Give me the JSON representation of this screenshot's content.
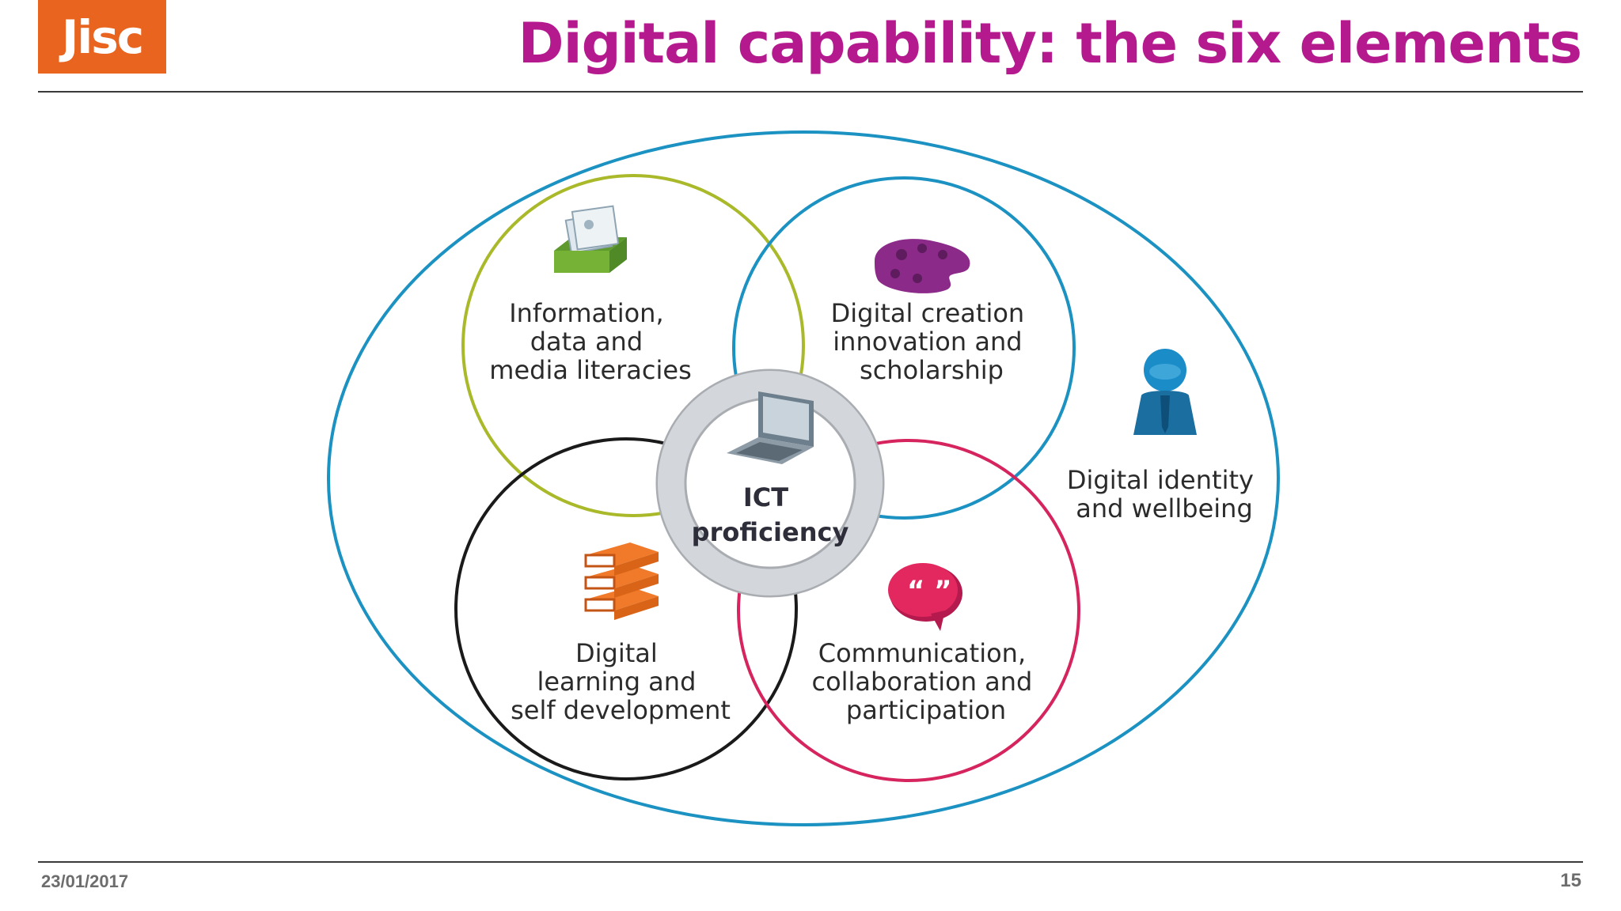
{
  "logo": {
    "text": "Jisc"
  },
  "slide": {
    "title": "Digital capability: the six elements"
  },
  "footer": {
    "date": "23/01/2017",
    "page": "15"
  },
  "elements": [
    {
      "id": "info",
      "lines": [
        "Information,",
        "data and",
        "media literacies"
      ],
      "color": "#a9b92a",
      "icon": "card-file-icon"
    },
    {
      "id": "creation",
      "lines": [
        "Digital creation",
        "innovation and",
        "scholarship"
      ],
      "color": "#1b92c1",
      "icon": "palette-icon"
    },
    {
      "id": "learning",
      "lines": [
        "Digital",
        "learning and",
        "self development"
      ],
      "color": "#1a1a1a",
      "icon": "books-icon"
    },
    {
      "id": "communication",
      "lines": [
        "Communication,",
        "collaboration and",
        "participation"
      ],
      "color": "#d6245e",
      "icon": "speech-bubble-icon"
    },
    {
      "id": "identity",
      "lines": [
        "Digital identity",
        "and wellbeing"
      ],
      "color": "#1b92c1",
      "icon": "person-icon"
    },
    {
      "id": "ict",
      "lines": [
        "ICT",
        "proficiency"
      ],
      "color": "#c7ccd1",
      "icon": "laptop-icon"
    }
  ],
  "colors": {
    "brand": "#e8641f",
    "title": "#b5198e"
  }
}
